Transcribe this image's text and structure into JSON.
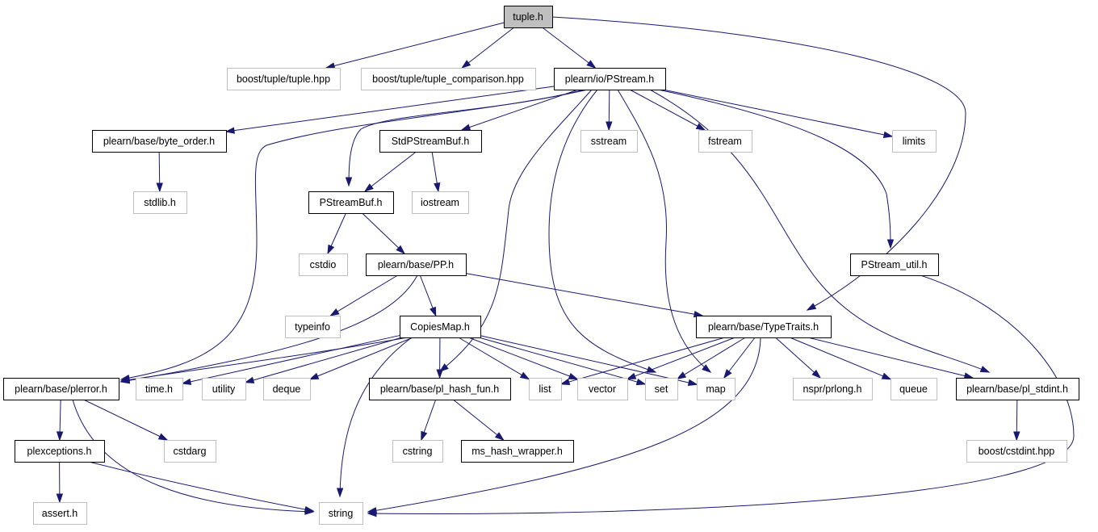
{
  "graph": {
    "colors": {
      "edge": "#191970",
      "root_fill": "#bfbfbf",
      "external_border": "#bfbfbf",
      "local_border": "#000000"
    },
    "nodes": [
      {
        "id": "tuple_h",
        "label": "tuple.h",
        "kind": "root"
      },
      {
        "id": "boost_tuple",
        "label": "boost/tuple/tuple.hpp",
        "kind": "external"
      },
      {
        "id": "boost_tuple_cmp",
        "label": "boost/tuple/tuple_comparison.hpp",
        "kind": "external"
      },
      {
        "id": "pstream_h",
        "label": "plearn/io/PStream.h",
        "kind": "local"
      },
      {
        "id": "byte_order_h",
        "label": "plearn/base/byte_order.h",
        "kind": "local"
      },
      {
        "id": "stdpstreambuf_h",
        "label": "StdPStreamBuf.h",
        "kind": "local"
      },
      {
        "id": "sstream",
        "label": "sstream",
        "kind": "external"
      },
      {
        "id": "fstream",
        "label": "fstream",
        "kind": "external"
      },
      {
        "id": "limits",
        "label": "limits",
        "kind": "external"
      },
      {
        "id": "stdlib_h",
        "label": "stdlib.h",
        "kind": "external"
      },
      {
        "id": "pstreambuf_h",
        "label": "PStreamBuf.h",
        "kind": "local"
      },
      {
        "id": "iostream",
        "label": "iostream",
        "kind": "external"
      },
      {
        "id": "cstdio",
        "label": "cstdio",
        "kind": "external"
      },
      {
        "id": "pp_h",
        "label": "plearn/base/PP.h",
        "kind": "local"
      },
      {
        "id": "pstream_util_h",
        "label": "PStream_util.h",
        "kind": "local"
      },
      {
        "id": "typeinfo",
        "label": "typeinfo",
        "kind": "external"
      },
      {
        "id": "copiesmap_h",
        "label": "CopiesMap.h",
        "kind": "local"
      },
      {
        "id": "typetraits_h",
        "label": "plearn/base/TypeTraits.h",
        "kind": "local"
      },
      {
        "id": "plerror_h",
        "label": "plearn/base/plerror.h",
        "kind": "local"
      },
      {
        "id": "time_h",
        "label": "time.h",
        "kind": "external"
      },
      {
        "id": "utility",
        "label": "utility",
        "kind": "external"
      },
      {
        "id": "deque",
        "label": "deque",
        "kind": "external"
      },
      {
        "id": "pl_hash_fun_h",
        "label": "plearn/base/pl_hash_fun.h",
        "kind": "local"
      },
      {
        "id": "list",
        "label": "list",
        "kind": "external"
      },
      {
        "id": "vector",
        "label": "vector",
        "kind": "external"
      },
      {
        "id": "set",
        "label": "set",
        "kind": "external"
      },
      {
        "id": "map",
        "label": "map",
        "kind": "external"
      },
      {
        "id": "nspr_prlong",
        "label": "nspr/prlong.h",
        "kind": "external"
      },
      {
        "id": "queue",
        "label": "queue",
        "kind": "external"
      },
      {
        "id": "pl_stdint_h",
        "label": "plearn/base/pl_stdint.h",
        "kind": "local"
      },
      {
        "id": "plexceptions_h",
        "label": "plexceptions.h",
        "kind": "local"
      },
      {
        "id": "cstdarg",
        "label": "cstdarg",
        "kind": "external"
      },
      {
        "id": "cstring",
        "label": "cstring",
        "kind": "external"
      },
      {
        "id": "ms_hash_wrapper_h",
        "label": "ms_hash_wrapper.h",
        "kind": "local"
      },
      {
        "id": "boost_cstdint",
        "label": "boost/cstdint.hpp",
        "kind": "external"
      },
      {
        "id": "assert_h",
        "label": "assert.h",
        "kind": "external"
      },
      {
        "id": "string",
        "label": "string",
        "kind": "external"
      }
    ],
    "edges": [
      {
        "from": "tuple_h",
        "to": "boost_tuple"
      },
      {
        "from": "tuple_h",
        "to": "boost_tuple_cmp"
      },
      {
        "from": "tuple_h",
        "to": "pstream_h"
      },
      {
        "from": "tuple_h",
        "to": "typetraits_h"
      },
      {
        "from": "pstream_h",
        "to": "byte_order_h"
      },
      {
        "from": "pstream_h",
        "to": "stdpstreambuf_h"
      },
      {
        "from": "pstream_h",
        "to": "sstream"
      },
      {
        "from": "pstream_h",
        "to": "fstream"
      },
      {
        "from": "pstream_h",
        "to": "limits"
      },
      {
        "from": "pstream_h",
        "to": "pstreambuf_h"
      },
      {
        "from": "pstream_h",
        "to": "plerror_h"
      },
      {
        "from": "pstream_h",
        "to": "pl_hash_fun_h"
      },
      {
        "from": "pstream_h",
        "to": "set"
      },
      {
        "from": "pstream_h",
        "to": "map"
      },
      {
        "from": "pstream_h",
        "to": "pstream_util_h"
      },
      {
        "from": "pstream_h",
        "to": "pl_stdint_h"
      },
      {
        "from": "byte_order_h",
        "to": "stdlib_h"
      },
      {
        "from": "stdpstreambuf_h",
        "to": "pstreambuf_h"
      },
      {
        "from": "stdpstreambuf_h",
        "to": "iostream"
      },
      {
        "from": "pstreambuf_h",
        "to": "cstdio"
      },
      {
        "from": "pstreambuf_h",
        "to": "pp_h"
      },
      {
        "from": "pp_h",
        "to": "typeinfo"
      },
      {
        "from": "pp_h",
        "to": "copiesmap_h"
      },
      {
        "from": "pp_h",
        "to": "typetraits_h"
      },
      {
        "from": "pp_h",
        "to": "plerror_h"
      },
      {
        "from": "pstream_util_h",
        "to": "string"
      },
      {
        "from": "copiesmap_h",
        "to": "plerror_h"
      },
      {
        "from": "copiesmap_h",
        "to": "time_h"
      },
      {
        "from": "copiesmap_h",
        "to": "utility"
      },
      {
        "from": "copiesmap_h",
        "to": "deque"
      },
      {
        "from": "copiesmap_h",
        "to": "pl_hash_fun_h"
      },
      {
        "from": "copiesmap_h",
        "to": "list"
      },
      {
        "from": "copiesmap_h",
        "to": "vector"
      },
      {
        "from": "copiesmap_h",
        "to": "set"
      },
      {
        "from": "copiesmap_h",
        "to": "map"
      },
      {
        "from": "copiesmap_h",
        "to": "string"
      },
      {
        "from": "typetraits_h",
        "to": "list"
      },
      {
        "from": "typetraits_h",
        "to": "vector"
      },
      {
        "from": "typetraits_h",
        "to": "set"
      },
      {
        "from": "typetraits_h",
        "to": "map"
      },
      {
        "from": "typetraits_h",
        "to": "nspr_prlong"
      },
      {
        "from": "typetraits_h",
        "to": "queue"
      },
      {
        "from": "typetraits_h",
        "to": "pl_stdint_h"
      },
      {
        "from": "typetraits_h",
        "to": "string"
      },
      {
        "from": "plerror_h",
        "to": "plexceptions_h"
      },
      {
        "from": "plerror_h",
        "to": "cstdarg"
      },
      {
        "from": "plerror_h",
        "to": "string"
      },
      {
        "from": "plexceptions_h",
        "to": "assert_h"
      },
      {
        "from": "plexceptions_h",
        "to": "string"
      },
      {
        "from": "pl_hash_fun_h",
        "to": "cstring"
      },
      {
        "from": "pl_hash_fun_h",
        "to": "ms_hash_wrapper_h"
      },
      {
        "from": "pl_stdint_h",
        "to": "boost_cstdint"
      }
    ]
  }
}
